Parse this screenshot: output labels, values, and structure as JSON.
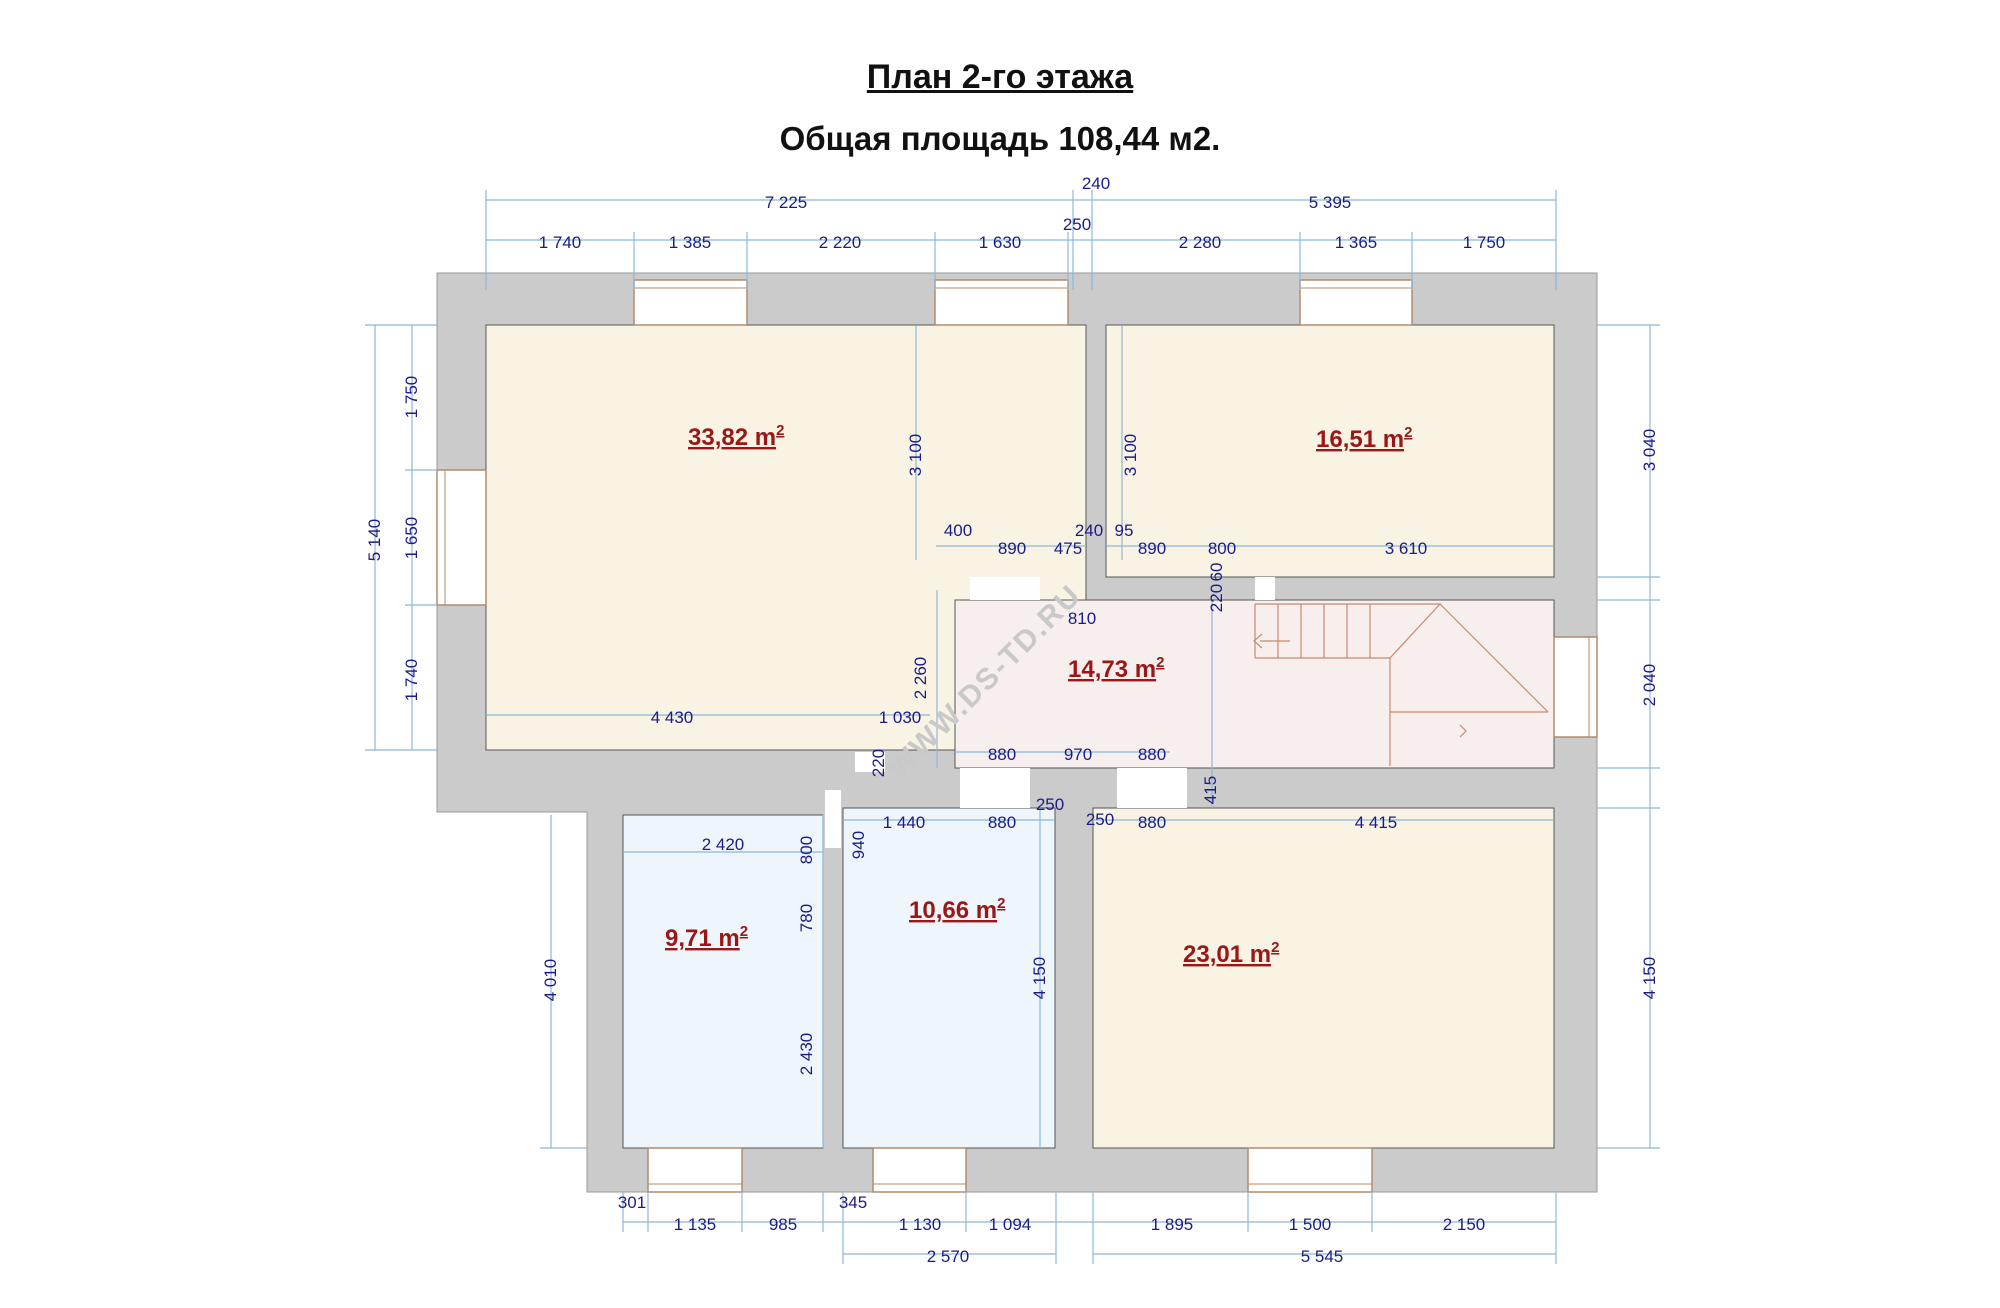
{
  "header": {
    "title": "План 2-го этажа",
    "total_area": "Общая площадь  108,44 м2."
  },
  "watermark": "WWW.DS-TD.RU",
  "colors": {
    "wall": "#cbcbcb",
    "room_beige": "#f8f3e3",
    "room_blue": "#eef5fb",
    "room_pink": "#f7eeee",
    "dimension_text": "#1b1b86",
    "area_text": "#9b1616",
    "dimension_line": "#8cb8d8"
  },
  "rooms": [
    {
      "id": "room-1",
      "area": "33,82 m"
    },
    {
      "id": "room-2",
      "area": "16,51 m"
    },
    {
      "id": "hall",
      "area": "14,73 m"
    },
    {
      "id": "room-3",
      "area": "9,71 m"
    },
    {
      "id": "room-4",
      "area": "10,66 m"
    },
    {
      "id": "room-5",
      "area": "23,01 m"
    }
  ],
  "area_superscript": "2",
  "dims": {
    "top_total_left": "7 225",
    "top_total_mid": "240",
    "top_total_right": "5 395",
    "top": [
      "1 740",
      "1 385",
      "2 220",
      "1 630",
      "250",
      "2 280",
      "1 365",
      "1 750"
    ],
    "left_total": "5 140",
    "left": [
      "1 750",
      "1 650",
      "1 740"
    ],
    "left_lower": "4 010",
    "right": [
      "3 040",
      "2 040",
      "4 150"
    ],
    "bottom": [
      "301",
      "1 135",
      "985",
      "345",
      "1 130",
      "1 094",
      "1 895",
      "1 500",
      "2 150"
    ],
    "bottom_total": [
      "2 570",
      "5 545"
    ],
    "inner": {
      "v3100a": "3 100",
      "v3100b": "3 100",
      "d400": "400",
      "d890a": "890",
      "d475": "475",
      "d240": "240",
      "d95": "95",
      "d890b": "890",
      "d800a": "800",
      "d3610": "3 610",
      "d60": "60",
      "d220a": "220",
      "d810": "810",
      "v2260": "2 260",
      "d4430": "4 430",
      "d1030": "1 030",
      "d880a": "880",
      "d970": "970",
      "d880b": "880",
      "d220b": "220",
      "d415": "415",
      "d1440": "1 440",
      "d880c": "880",
      "d250a": "250",
      "d250b": "250",
      "d880d": "880",
      "d4415": "4 415",
      "d2420": "2 420",
      "v800": "800",
      "v940": "940",
      "v780": "780",
      "v2430": "2 430",
      "v4150mid": "4 150"
    }
  }
}
